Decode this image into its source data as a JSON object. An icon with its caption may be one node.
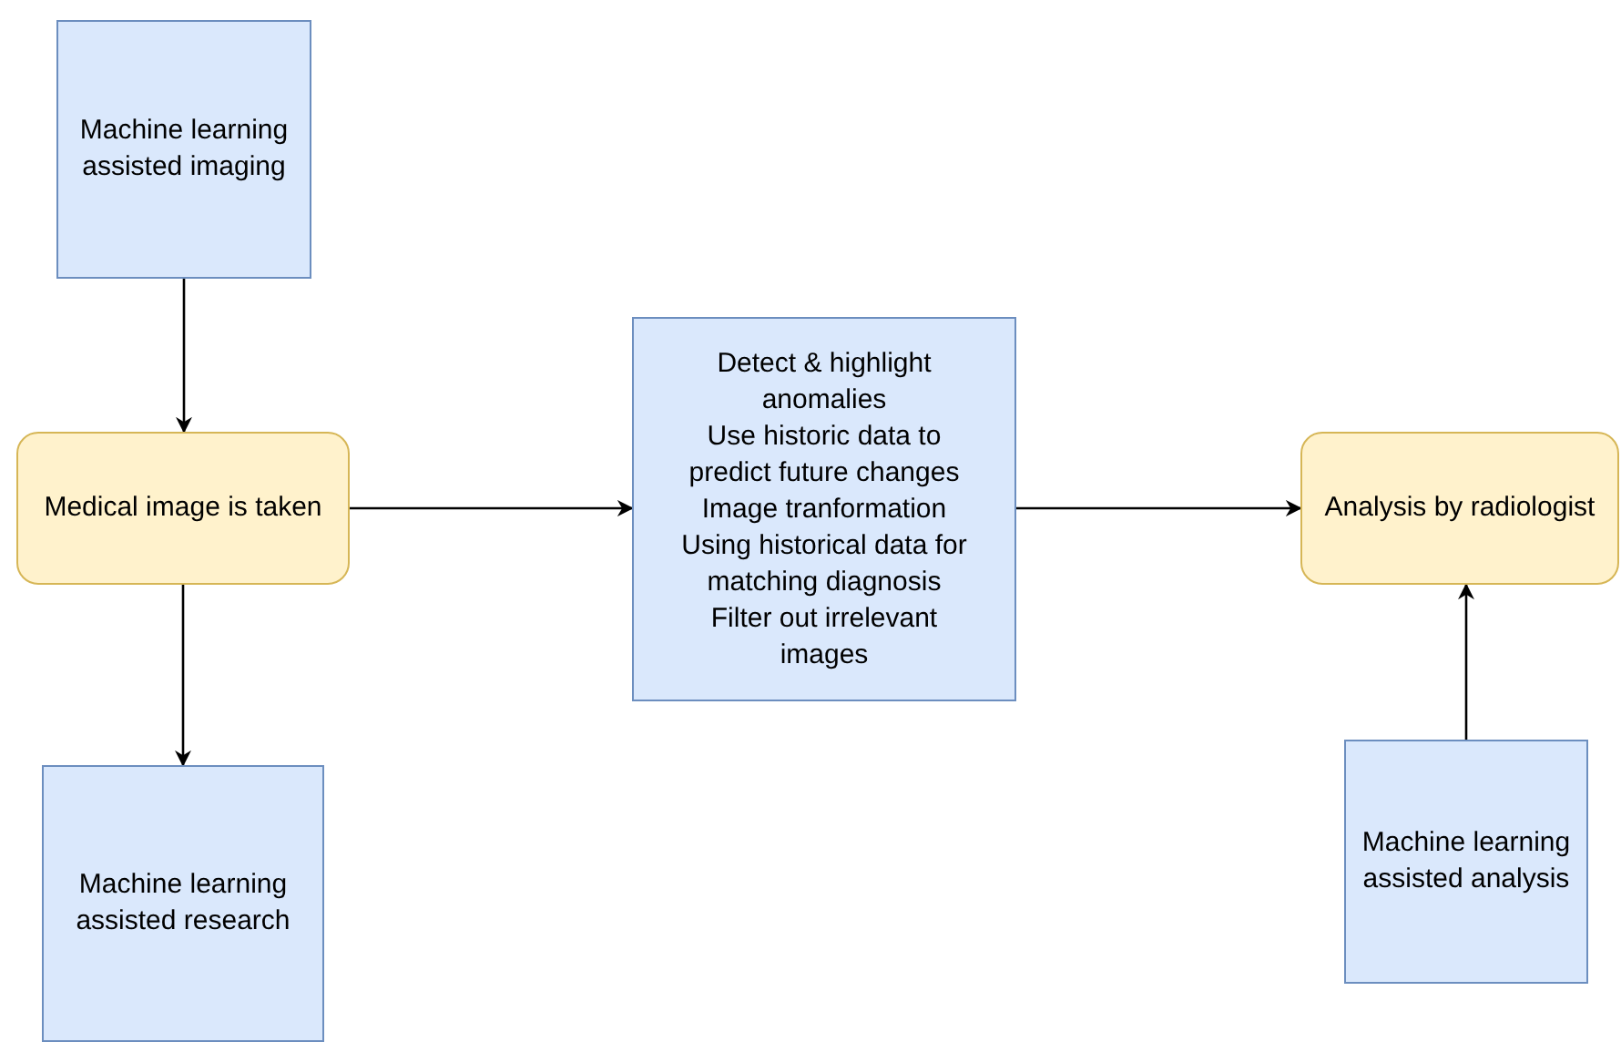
{
  "diagram": {
    "nodes": [
      {
        "text": [
          "Machine learning assisted imaging"
        ]
      },
      {
        "text": [
          "Medical image is taken"
        ]
      },
      {
        "text": [
          "Machine learning assisted research"
        ]
      },
      {
        "text": [
          "Detect & highlight anomalies",
          "Use historic data to predict future changes",
          "Image tranformation",
          "Using historical data for matching diagnosis",
          "Filter out irrelevant images"
        ]
      },
      {
        "text": [
          "Analysis by radiologist"
        ]
      },
      {
        "text": [
          "Machine learning assisted analysis"
        ]
      }
    ],
    "edges": [
      {
        "from": 0,
        "to": 1,
        "arrow": "to"
      },
      {
        "from": 1,
        "to": 2,
        "arrow": "to"
      },
      {
        "from": 1,
        "to": 3,
        "arrow": "to"
      },
      {
        "from": 3,
        "to": 4,
        "arrow": "to"
      },
      {
        "from": 5,
        "to": 4,
        "arrow": "to"
      }
    ]
  }
}
